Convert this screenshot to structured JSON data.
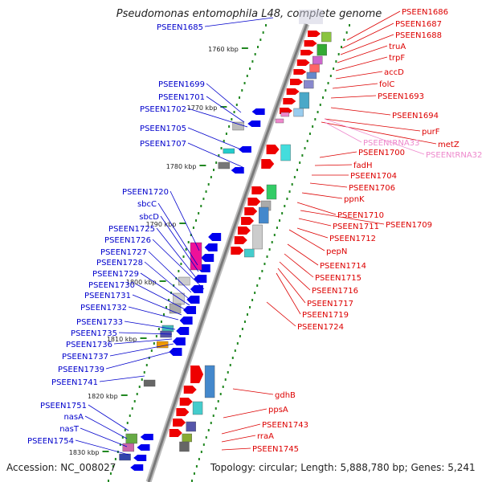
{
  "title": "Pseudomonas entomophila L48, complete genome",
  "footer": {
    "accession": "Accession: NC_008027",
    "topology": "Topology: circular; Length: 5,888,780 bp; Genes: 5,241"
  },
  "colors": {
    "minus_label": "#0000cc",
    "plus_label": "#dd0000",
    "trna_label": "#ee88cc",
    "backbone": "#8a8a8a",
    "tick": "#228822"
  },
  "kbp_ticks": [
    "1760 kbp",
    "1770 kbp",
    "1780 kbp",
    "1790 kbp",
    "1800 kbp",
    "1810 kbp",
    "1820 kbp",
    "1830 kbp"
  ],
  "minus_labels": [
    "PSEEN1685",
    "PSEEN1699",
    "PSEEN1701",
    "PSEEN1702",
    "PSEEN1705",
    "PSEEN1707",
    "PSEEN1720",
    "sbcC",
    "sbcD",
    "PSEEN1725",
    "PSEEN1726",
    "PSEEN1727",
    "PSEEN1728",
    "PSEEN1729",
    "PSEEN1730",
    "PSEEN1731",
    "PSEEN1732",
    "PSEEN1733",
    "PSEEN1735",
    "PSEEN1736",
    "PSEEN1737",
    "PSEEN1739",
    "PSEEN1741",
    "PSEEN1751",
    "nasA",
    "nasT",
    "PSEEN1754"
  ],
  "plus_labels": [
    "PSEEN1686",
    "PSEEN1687",
    "PSEEN1688",
    "truA",
    "trpF",
    "accD",
    "folC",
    "PSEEN1693",
    "PSEEN1694",
    "purF",
    "metZ",
    "PSEEN1700",
    "fadH",
    "PSEEN1704",
    "PSEEN1706",
    "ppnK",
    "PSEEN1710",
    "PSEEN1709",
    "PSEEN1711",
    "PSEEN1712",
    "pepN",
    "PSEEN1714",
    "PSEEN1715",
    "PSEEN1716",
    "PSEEN1717",
    "PSEEN1719",
    "PSEEN1724",
    "gdhB",
    "ppsA",
    "PSEEN1743",
    "rraA",
    "PSEEN1745"
  ],
  "trna_labels": [
    "PSEENtRNA33",
    "PSEENtRNA32"
  ]
}
